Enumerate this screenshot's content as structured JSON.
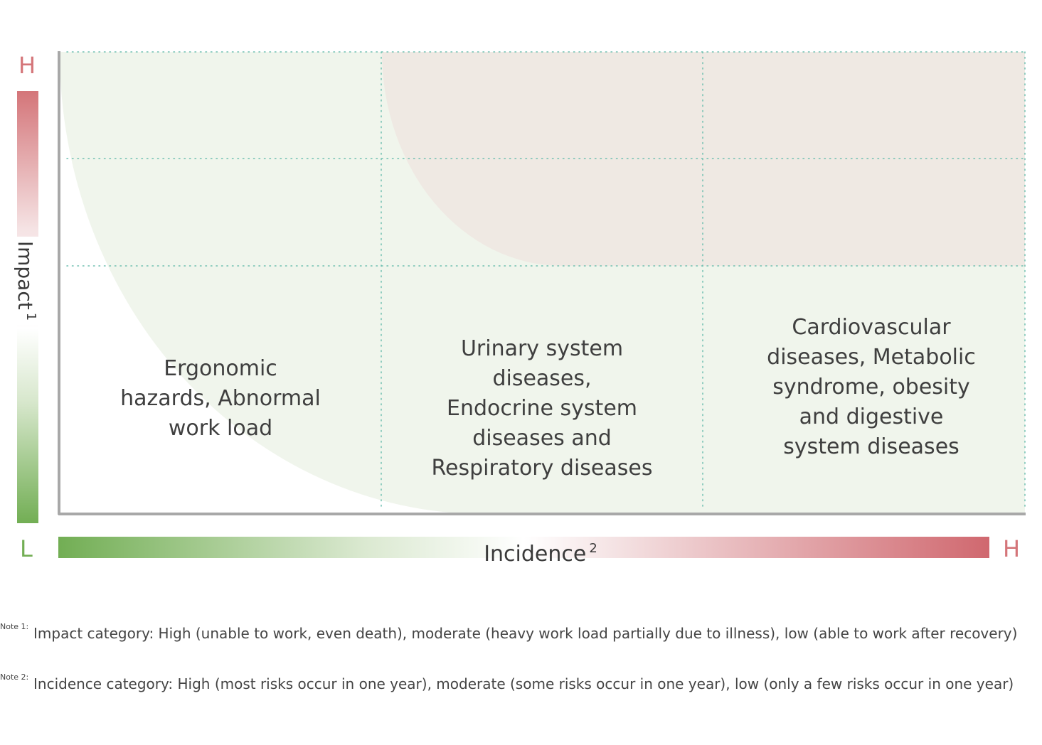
{
  "chart_data": {
    "type": "risk_matrix",
    "x_axis": {
      "label": "Incidence",
      "superscript": "2",
      "low": "L",
      "high": "H",
      "columns": 3
    },
    "y_axis": {
      "label": "Impact",
      "superscript": "1",
      "low": "L",
      "high": "H",
      "rows": 3
    },
    "colors": {
      "low_zone": "#f0f5ec",
      "high_zone": "#efe9e3",
      "grid_dots": "#6fbfb0",
      "axis_line": "#a8a8a8",
      "high_letter": "#d47579",
      "low_letter": "#72ae54"
    },
    "cells": [
      {
        "incidence": "low",
        "impact": "low",
        "text": "Ergonomic\nhazards, Abnormal\nwork load"
      },
      {
        "incidence": "moderate",
        "impact": "low",
        "text": "Urinary system\ndiseases,\nEndocrine system\ndiseases and\nRespiratory diseases"
      },
      {
        "incidence": "high",
        "impact": "low",
        "text": "Cardiovascular\ndiseases, Metabolic\nsyndrome, obesity\nand digestive\nsystem diseases"
      }
    ]
  },
  "notes": [
    {
      "marker": "Note 1:",
      "text": "Impact category: High (unable to work, even death), moderate (heavy work load partially due to illness), low (able to work after recovery)"
    },
    {
      "marker": "Note 2:",
      "text": "Incidence category: High (most risks occur in one year), moderate (some risks occur in one year), low (only a few risks occur in one year)"
    }
  ]
}
